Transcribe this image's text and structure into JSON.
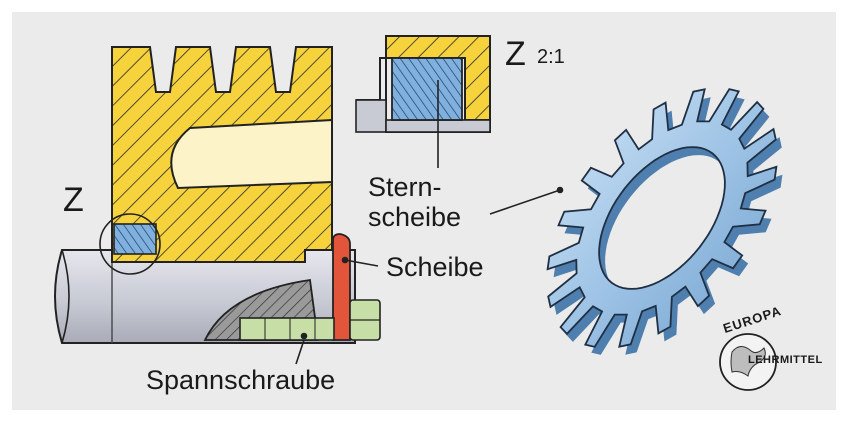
{
  "labels": {
    "detail_marker": "Z",
    "detail_title": "Z",
    "detail_scale": "2:1",
    "sternscheibe_line1": "Stern-",
    "sternscheibe_line2": "scheibe",
    "scheibe": "Scheibe",
    "spannschraube": "Spannschraube"
  },
  "logo": {
    "top_text": "EUROPA",
    "bottom_text": "LEHRMITTEL"
  },
  "colors": {
    "panel_background": "#ebebeb",
    "gear_yellow": "#f6d23c",
    "hatch": "#2a2a2a",
    "gear_hub_light": "#fdf3c8",
    "shaft_gray": "#c8cad4",
    "washer_blue": "#9fc4e6",
    "washer_red": "#e2553a",
    "screw_green": "#c7dfa6",
    "bolt_dark": "#8a8a8a"
  }
}
